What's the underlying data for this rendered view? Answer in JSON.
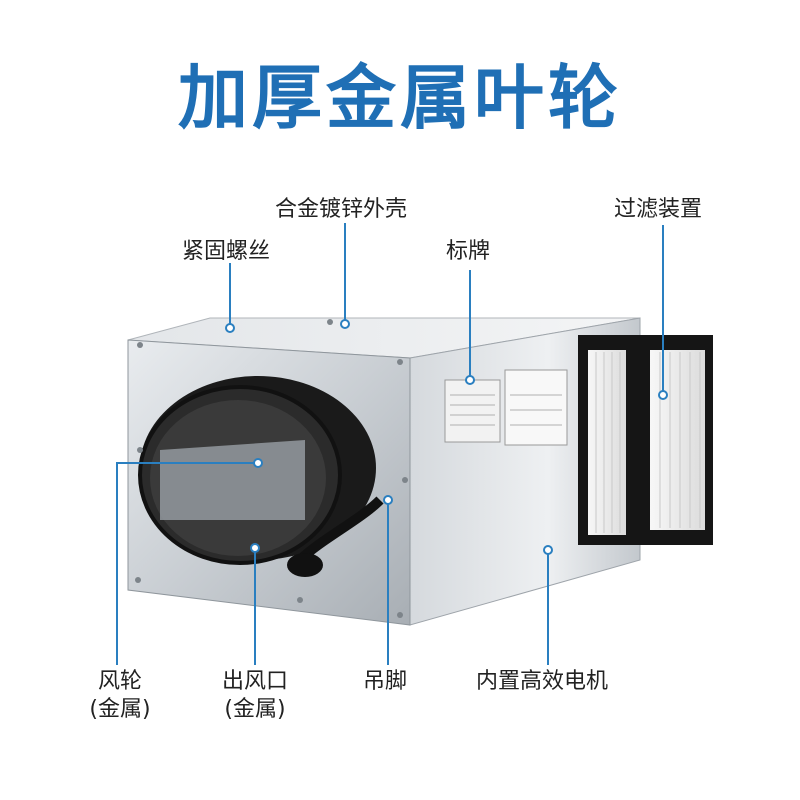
{
  "title": "加厚金属叶轮",
  "labels": {
    "shell": "合金镀锌外壳",
    "filter": "过滤装置",
    "screws": "紧固螺丝",
    "nameplate": "标牌",
    "impeller_line1": "风轮",
    "impeller_line2": "(金属)",
    "outlet_line1": "出风口",
    "outlet_line2": "(金属)",
    "hanger": "吊脚",
    "motor": "内置高效电机"
  },
  "colors": {
    "title": "#1f6fb5",
    "leader_line": "#2a7fc0",
    "dot": "#2a7fc0"
  }
}
